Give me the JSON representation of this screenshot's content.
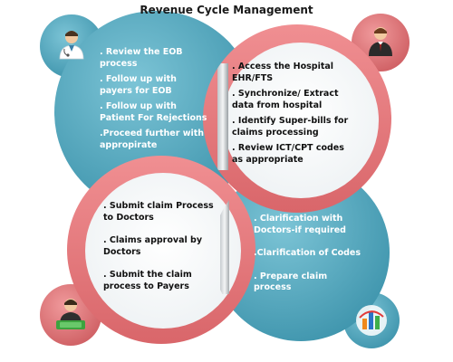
{
  "title": "Revenue Cycle Management",
  "colors": {
    "teal": "#5ab0c6",
    "teal_dark": "#3d93ab",
    "salmon": "#e2787a",
    "salmon_dark": "#c85b5e",
    "ring": "#e6787b",
    "white": "#ffffff"
  },
  "quadrants": {
    "top_left": {
      "items": [
        ". Review the EOB process",
        ". Follow up with payers for EOB",
        ". Follow up with Patient For Rejections",
        ".Proceed further with appropirate"
      ]
    },
    "top_right": {
      "items": [
        ". Access the Hospital EHR/FTS",
        ". Synchronize/ Extract data from hospital",
        ". Identify Super-bills for claims processing",
        ". Review ICT/CPT codes as appropriate"
      ]
    },
    "bottom_left": {
      "items": [
        ". Submit claim Process to Doctors",
        ". Claims approval by Doctors",
        ". Submit the claim process to Payers"
      ]
    },
    "bottom_right": {
      "items": [
        ". Clarification with Doctors-if required",
        ".Clarification of Codes",
        ". Prepare claim process"
      ]
    }
  },
  "icons": {
    "top_left": "doctor-icon",
    "top_right": "businessman-icon",
    "bottom_left": "money-man-icon",
    "bottom_right": "chart-cube-icon"
  }
}
